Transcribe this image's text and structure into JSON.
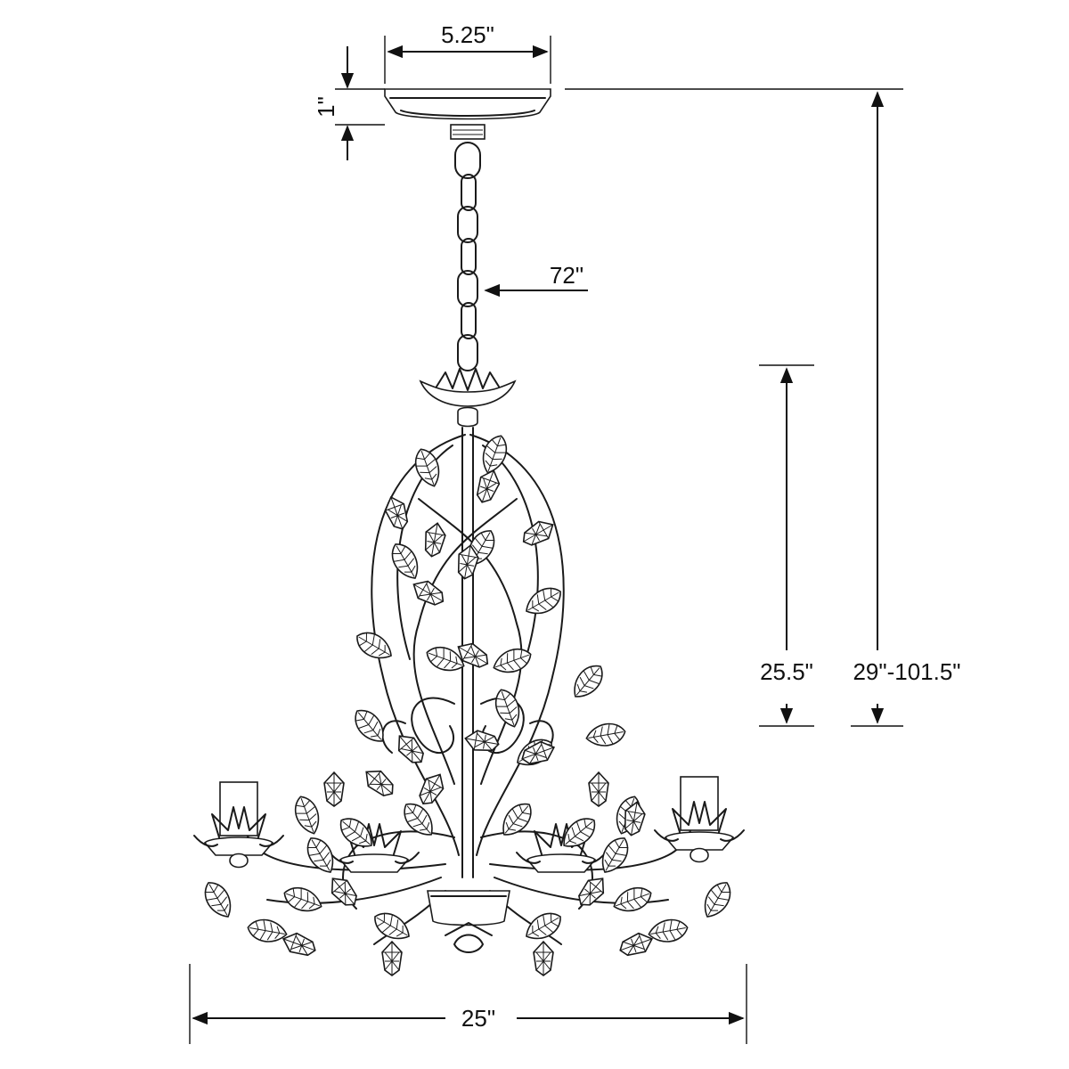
{
  "dimensions": {
    "canopy_width": "5.25\"",
    "canopy_height": "1\"",
    "chain_length": "72\"",
    "body_height": "25.5\"",
    "overall_height": "29\"-101.5\"",
    "width": "25\""
  }
}
